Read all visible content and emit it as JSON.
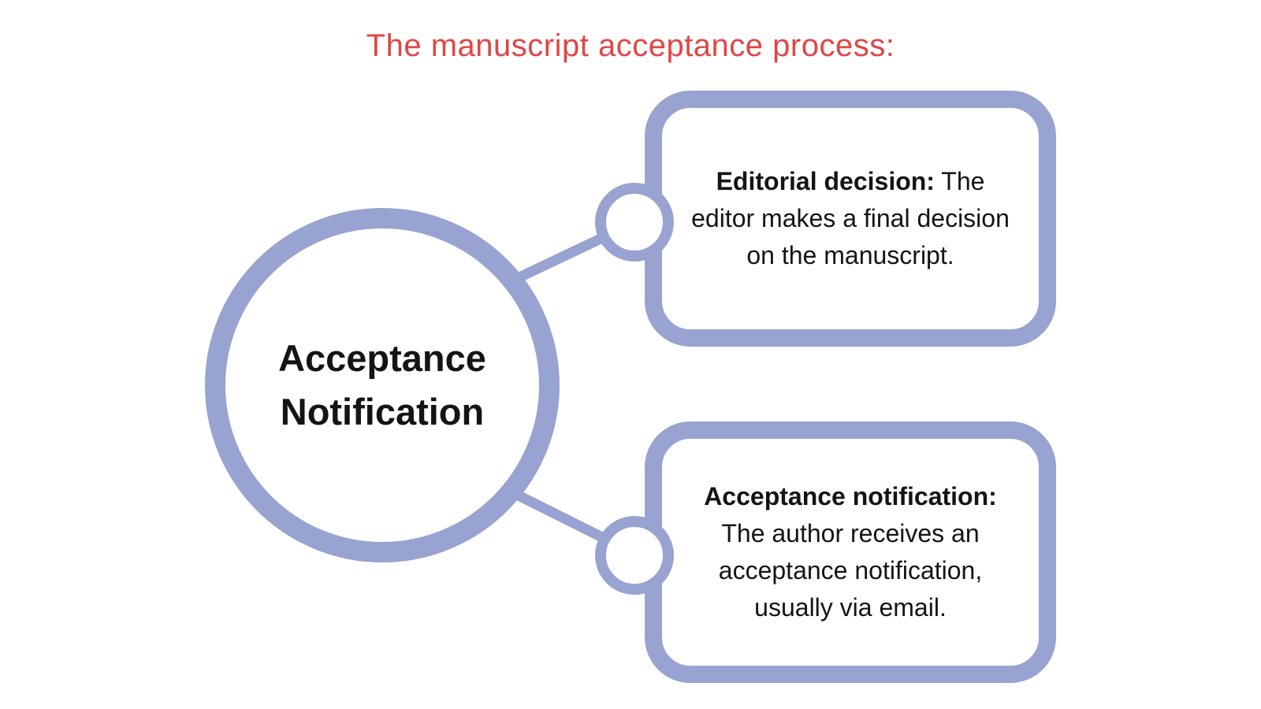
{
  "title": {
    "text": "The manuscript acceptance process:"
  },
  "colors": {
    "accent": "#99a3d1",
    "title_color": "#e04646",
    "ink": "#141414",
    "bg": "#ffffff"
  },
  "diagram": {
    "type": "mind-map",
    "center_node": {
      "line1": "Acceptance",
      "line2": "Notification"
    },
    "nodes": [
      {
        "id": "editorial-decision",
        "heading": "Editorial decision:",
        "body": "The editor makes a final decision on the manuscript."
      },
      {
        "id": "acceptance-notification",
        "heading": "Acceptance notification:",
        "body": "The author receives an acceptance notification, usually via email."
      }
    ]
  }
}
